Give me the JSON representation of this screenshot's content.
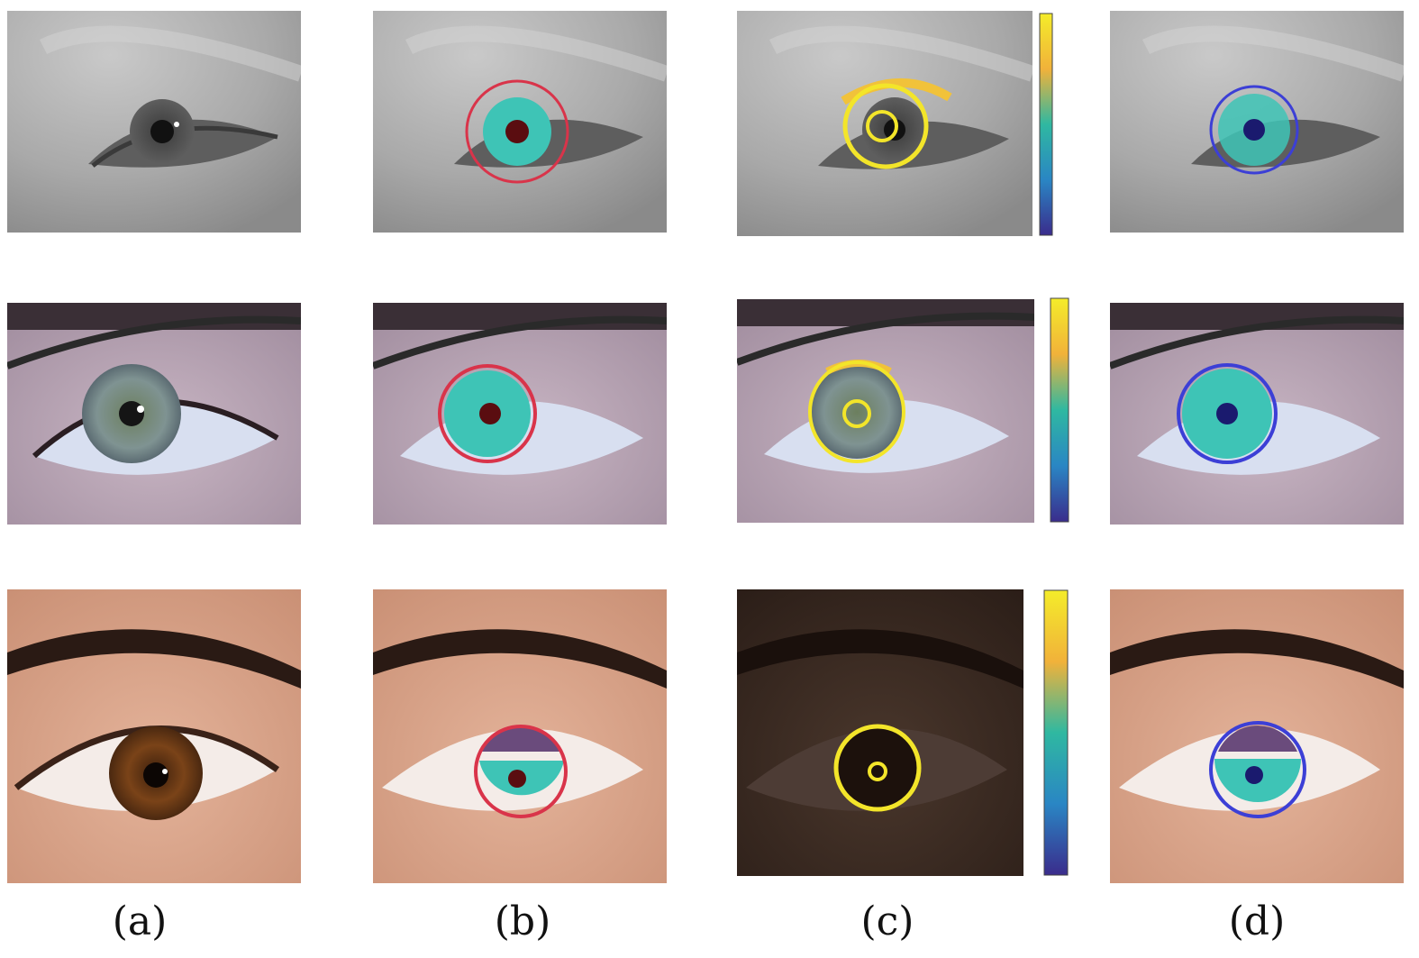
{
  "figure": {
    "column_labels": [
      {
        "key": "a",
        "text": "(a)"
      },
      {
        "key": "b",
        "text": "(b)"
      },
      {
        "key": "c",
        "text": "(c)"
      },
      {
        "key": "d",
        "text": "(d)"
      }
    ],
    "colors": {
      "gray_skin": "#a8a8a8",
      "violet_skin": "#a899a6",
      "warm_skin": "#d8a58c",
      "dark_skin": "#3a2a22",
      "segmentation_fill": "#3ec4b6",
      "red_circle": "#d9344a",
      "yellow_contour": "#f3e52a",
      "blue_circle": "#3c3fd6",
      "colorbar_top": "#f4ec2a",
      "colorbar_mid": "#2fb8a1",
      "colorbar_bottom": "#3a2c8c"
    }
  }
}
